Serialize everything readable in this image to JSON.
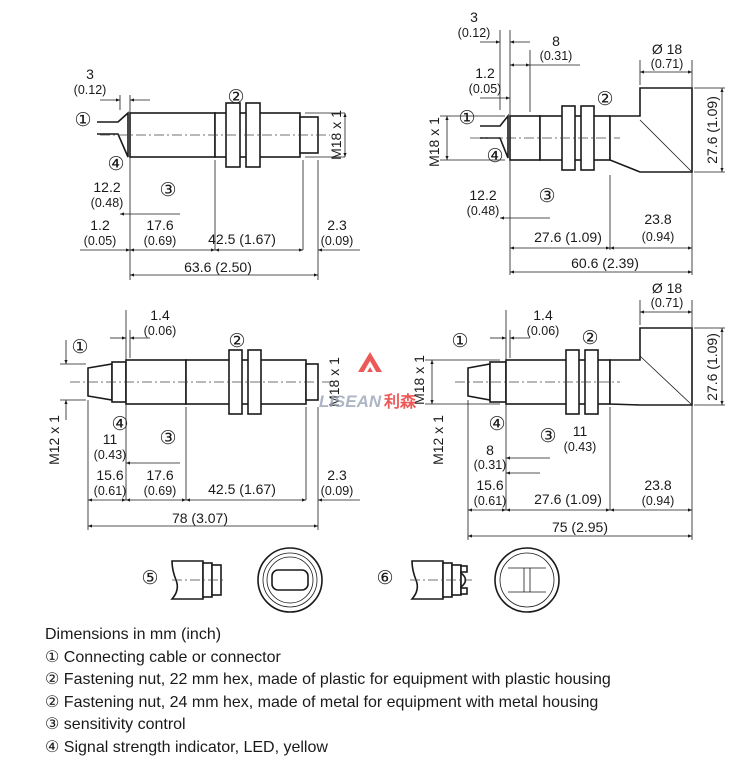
{
  "d1": {
    "c1": "①",
    "c2": "②",
    "c3": "③",
    "c4": "④",
    "a": "3",
    "a_in": "(0.12)",
    "b": "12.2",
    "b_in": "(0.48)",
    "c": "1.2",
    "c_in": "(0.05)",
    "d": "17.6",
    "d_in": "(0.69)",
    "e": "42.5 (1.67)",
    "f": "2.3",
    "f_in": "(0.09)",
    "g": "63.6 (2.50)",
    "thread": "M18 x 1"
  },
  "d2": {
    "c1": "①",
    "c2": "②",
    "c3": "③",
    "c4": "④",
    "a": "3",
    "a_in": "(0.12)",
    "h": "8",
    "h_in": "(0.31)",
    "c": "1.2",
    "c_in": "(0.05)",
    "dia": "Ø 18",
    "dia_in": "(0.71)",
    "height": "27.6 (1.09)",
    "thread": "M18 x 1",
    "b": "12.2",
    "b_in": "(0.48)",
    "e": "27.6 (1.09)",
    "f": "23.8",
    "f_in": "(0.94)",
    "g": "60.6 (2.39)"
  },
  "d3": {
    "c1": "①",
    "c2": "②",
    "c3": "③",
    "c4": "④",
    "a": "1.4",
    "a_in": "(0.06)",
    "thread12": "M12 x 1",
    "thread18": "M18 x 1",
    "b": "11",
    "b_in": "(0.43)",
    "c": "15.6",
    "c_in": "(0.61)",
    "d": "17.6",
    "d_in": "(0.69)",
    "e": "42.5 (1.67)",
    "f": "2.3",
    "f_in": "(0.09)",
    "g": "78 (3.07)"
  },
  "d4": {
    "c1": "①",
    "c2": "②",
    "c3": "③",
    "c4": "④",
    "a": "1.4",
    "a_in": "(0.06)",
    "dia": "Ø 18",
    "dia_in": "(0.71)",
    "height": "27.6 (1.09)",
    "thread18": "M18 x 1",
    "thread12": "M12 x 1",
    "b": "11",
    "b_in": "(0.43)",
    "h": "8",
    "h_in": "(0.31)",
    "c": "15.6",
    "c_in": "(0.61)",
    "e": "27.6 (1.09)",
    "f": "23.8",
    "f_in": "(0.94)",
    "g": "75 (2.95)"
  },
  "variants": {
    "c5": "⑤",
    "c6": "⑥"
  },
  "watermark": {
    "text": "LISEAN",
    "cjk": "利森",
    "color": "#e8322f"
  },
  "legend": {
    "title": "Dimensions in mm (inch)",
    "items": [
      "① Connecting cable or connector",
      "② Fastening nut, 22 mm hex, made of plastic for equipment with plastic housing",
      "② Fastening nut, 24 mm hex, made of metal for equipment with metal housing",
      "③ sensitivity control",
      "④ Signal strength indicator, LED, yellow"
    ]
  }
}
